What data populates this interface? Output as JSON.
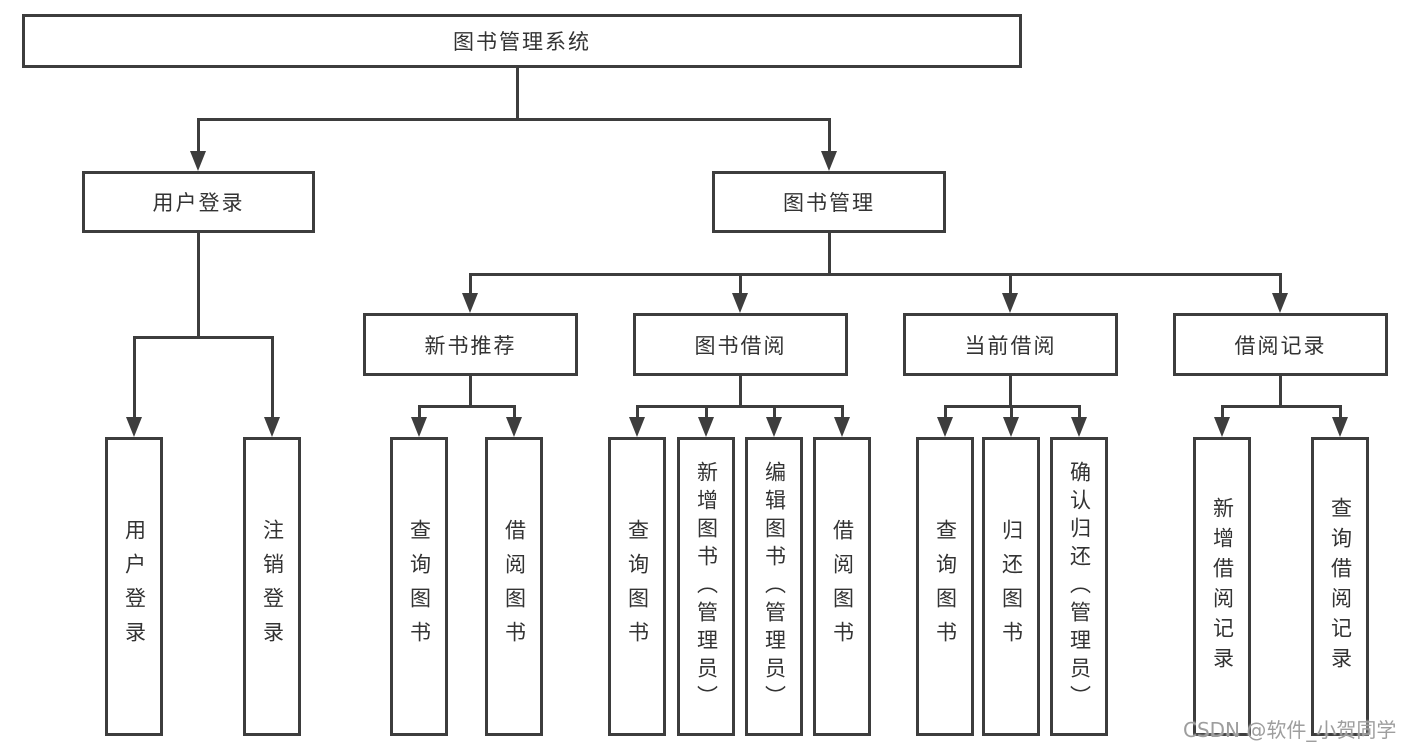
{
  "tree": {
    "root": "图书管理系统",
    "children": [
      {
        "label": "用户登录",
        "children": [
          {
            "label": "用户登录"
          },
          {
            "label": "注销登录"
          }
        ]
      },
      {
        "label": "图书管理",
        "children": [
          {
            "label": "新书推荐",
            "children": [
              {
                "label": "查询图书"
              },
              {
                "label": "借阅图书"
              }
            ]
          },
          {
            "label": "图书借阅",
            "children": [
              {
                "label": "查询图书"
              },
              {
                "label": "新增图书（管理员）"
              },
              {
                "label": "编辑图书（管理员）"
              },
              {
                "label": "借阅图书"
              }
            ]
          },
          {
            "label": "当前借阅",
            "children": [
              {
                "label": "查询图书"
              },
              {
                "label": "归还图书"
              },
              {
                "label": "确认归还（管理员）"
              }
            ]
          },
          {
            "label": "借阅记录",
            "children": [
              {
                "label": "新增借阅记录"
              },
              {
                "label": "查询借阅记录"
              }
            ]
          }
        ]
      }
    ]
  },
  "watermark": "CSDN @软件_小贺同学",
  "colors": {
    "line": "#3d3d3d",
    "text": "#333333",
    "watermark": "#9e9e9e",
    "background": "#ffffff"
  }
}
